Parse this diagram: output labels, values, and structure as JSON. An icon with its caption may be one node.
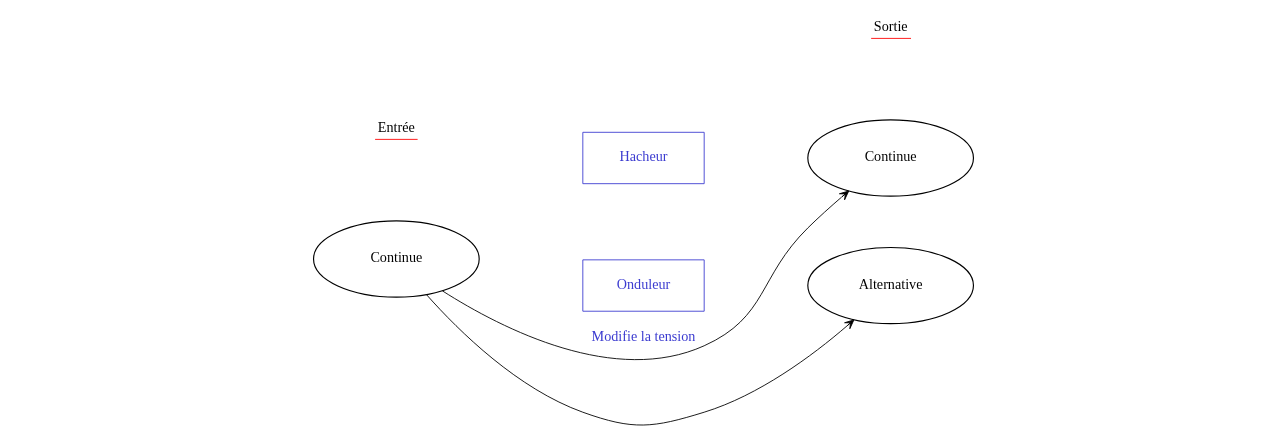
{
  "diagram": {
    "nodes": [
      {
        "text": [
          "Continue"
        ]
      },
      {
        "text": [
          "Hacheur"
        ]
      },
      {
        "text": [
          "Continue"
        ]
      },
      {
        "text": [
          "Onduleur"
        ]
      },
      {
        "text": [
          "Alternative"
        ]
      }
    ],
    "edges": [
      {
        "from": 0,
        "to": 2,
        "arrow": "to",
        "label": "Modifie la tension"
      },
      {
        "from": 0,
        "to": 4,
        "arrow": "to"
      }
    ],
    "labels": [
      "Entrée",
      "Sortie"
    ]
  }
}
